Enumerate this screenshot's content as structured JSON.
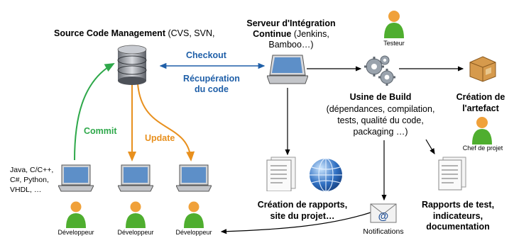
{
  "nodes": {
    "scm": {
      "title": "Source Code Management",
      "subtitle": "(CVS, SVN,"
    },
    "ci": {
      "title_line1": "Serveur d'Intégration",
      "title_line2": "Continue",
      "subtitle_line2": "(Jenkins,",
      "subtitle_line3": "Bamboo…)"
    },
    "tester": {
      "label": "Testeur"
    },
    "build_factory": {
      "title": "Usine de Build",
      "line1": "(dépendances, compilation,",
      "line2": "tests, qualité du code,",
      "line3": "packaging …)"
    },
    "artifact": {
      "line1": "Création de",
      "line2": "l'artefact"
    },
    "project_lead": {
      "label": "Chef de projet"
    },
    "reports_site": {
      "line1": "Création de rapports,",
      "line2": "site du projet…"
    },
    "test_reports": {
      "line1": "Rapports de test,",
      "line2": "indicateurs,",
      "line3": "documentation"
    },
    "notifications": {
      "label": "Notifications"
    },
    "languages": {
      "line1": "Java, C/C++,",
      "line2": "C#, Python,",
      "line3": "VHDL, …"
    },
    "developers": [
      {
        "label": "Développeur"
      },
      {
        "label": "Développeur"
      },
      {
        "label": "Développeur"
      }
    ]
  },
  "edges": {
    "checkout": {
      "label": "Checkout"
    },
    "retrieve": {
      "line1": "Récupération",
      "line2": "du code"
    },
    "commit": {
      "label": "Commit"
    },
    "update": {
      "label": "Update"
    }
  },
  "colors": {
    "blue_label": "#1f5fa8",
    "commit_green": "#2ea84a",
    "update_orange": "#e8901e",
    "person_green": "#4fae2f",
    "person_skin": "#f0a13a"
  }
}
